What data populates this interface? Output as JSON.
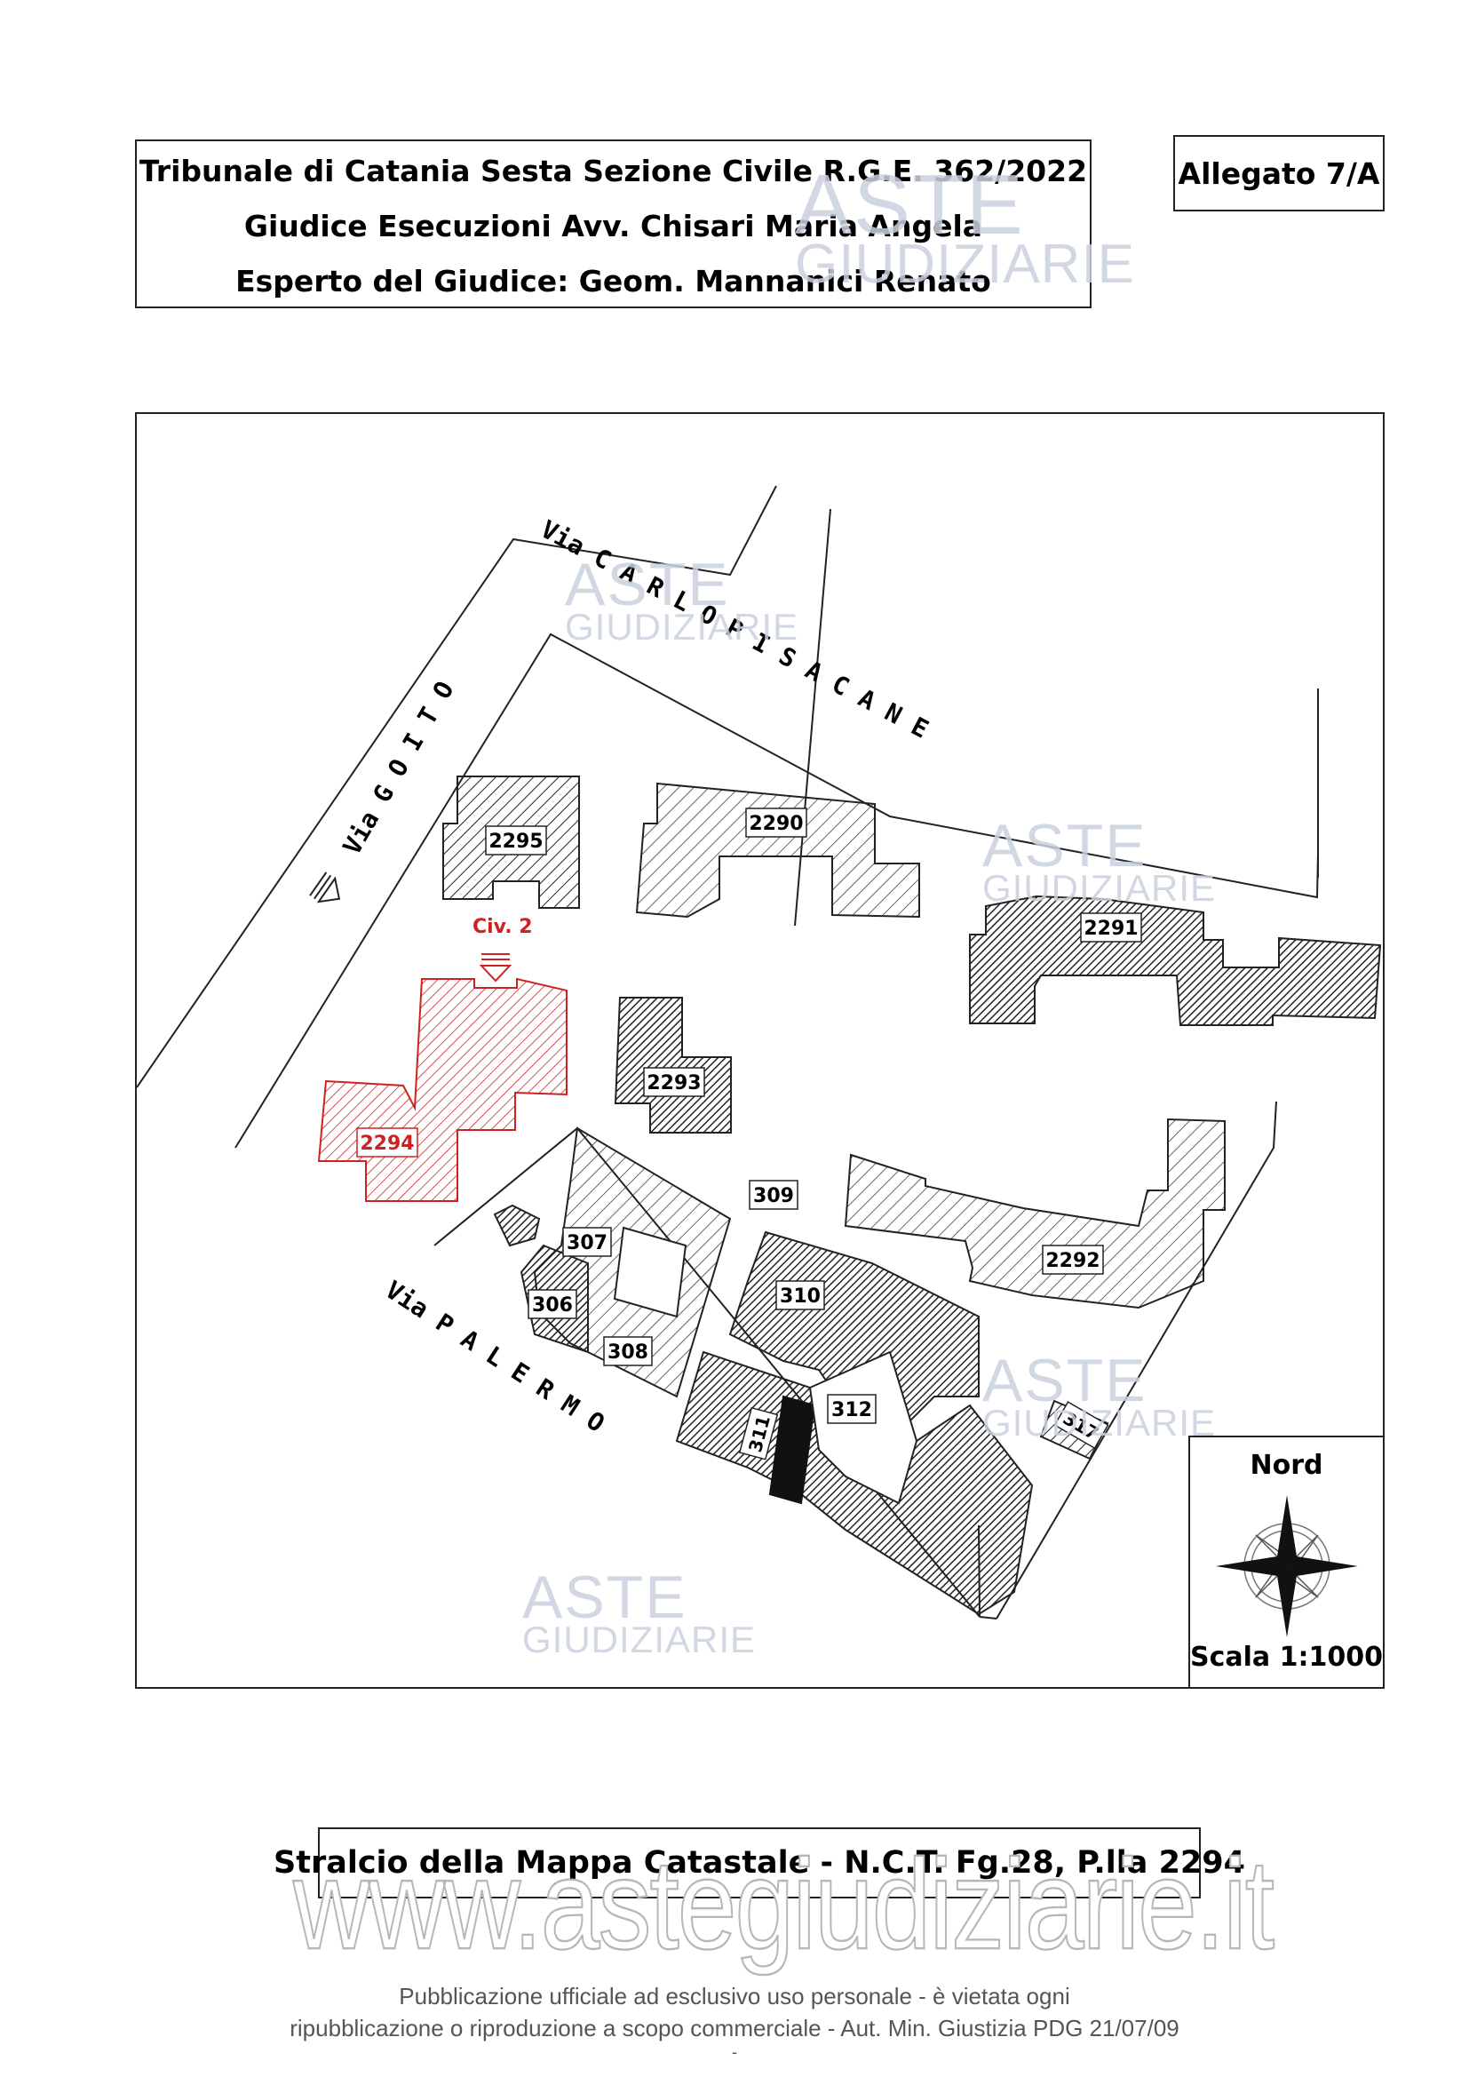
{
  "header": {
    "line1": "Tribunale di Catania Sesta Sezione Civile R.G.E. 362/2022",
    "line2": "Giudice Esecuzioni Avv. Chisari Maria Angela",
    "line3": "Esperto del Giudice: Geom. Mannanici Renato"
  },
  "allegato": "Allegato 7/A",
  "map": {
    "streets": {
      "goito": "Via G O I T O",
      "pisacane": "Via C A R L O   P I S A C A N E",
      "palermo": "Via P A L E R M O"
    },
    "civico": "Civ. 2",
    "parcels": {
      "p2295": "2295",
      "p2290": "2290",
      "p2291": "2291",
      "p2293": "2293",
      "p2294": "2294",
      "p2292": "2292",
      "p309": "309",
      "p307": "307",
      "p310": "310",
      "p306": "306",
      "p308": "308",
      "p312": "312",
      "p311": "311",
      "p317": "317"
    },
    "highlight_color": "#cc2222"
  },
  "north_box": {
    "north_label": "Nord",
    "scale_label": "Scala 1:1000"
  },
  "caption": "Stralcio della Mappa Catastale - N.C.T. Fg.28, P.lla 2294",
  "watermark": {
    "aste": "ASTE",
    "giudiziarie": "GIUDIZIARIE",
    "website": "www.astegiudiziarie.it"
  },
  "footer": {
    "line1": "Pubblicazione ufficiale ad esclusivo uso personale - è vietata ogni",
    "line2": "ripubblicazione o riproduzione a scopo commerciale - Aut. Min. Giustizia PDG 21/07/09",
    "line3": "-"
  }
}
